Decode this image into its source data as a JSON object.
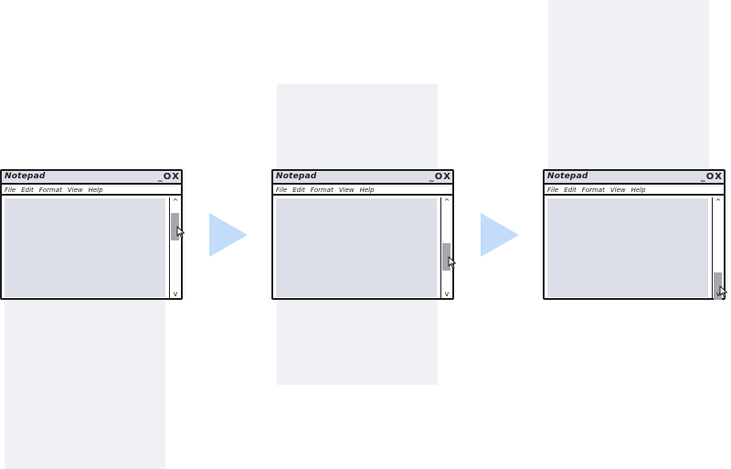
{
  "colors": {
    "background": "#ffffff",
    "ghost_page": "#f0f1f5",
    "window_border": "#1e1e1e",
    "titlebar": "#dcdfe8",
    "content": "#dcdfe8",
    "scroll_thumb": "#a6a8ad",
    "step_arrow": "#c2dcfa"
  },
  "window": {
    "title": "Notepad",
    "controls": {
      "minimize": "_",
      "maximize": "O",
      "close": "X"
    },
    "menu": [
      "File",
      "Edit",
      "Format",
      "View",
      "Help"
    ],
    "scroll_up_glyph": "^",
    "scroll_down_glyph": "v"
  },
  "steps": [
    {
      "scroll_position": 0.1
    },
    {
      "scroll_position": 0.5
    },
    {
      "scroll_position": 0.9
    }
  ],
  "icons": [
    "mouse-pointer-icon",
    "right-triangle-arrow-icon"
  ]
}
